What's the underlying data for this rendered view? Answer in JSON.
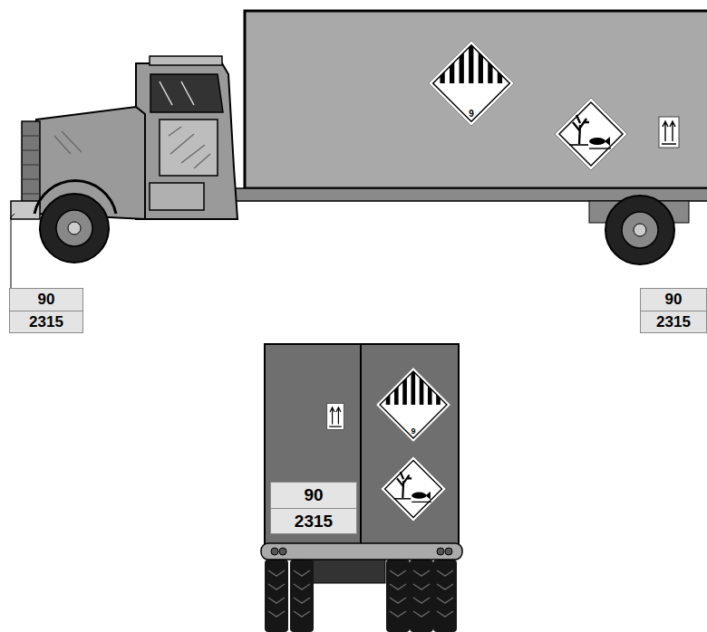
{
  "diagram": {
    "nodes": [
      {
        "text": [
          "9"
        ]
      },
      {
        "text": [
          "90",
          "2315"
        ]
      },
      {
        "text": [
          "90",
          "2315"
        ]
      },
      {
        "text": [
          "9"
        ]
      },
      {
        "text": [
          "90",
          "2315"
        ]
      }
    ]
  }
}
